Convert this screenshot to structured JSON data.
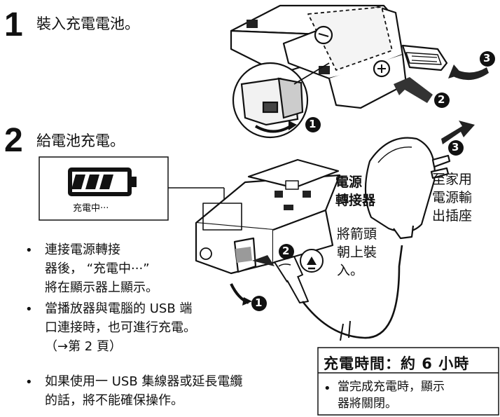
{
  "step1": {
    "number": "1",
    "title": "裝入充電電池。"
  },
  "step2": {
    "number": "2",
    "title": "給電池充電。"
  },
  "display": {
    "text": "充電中···"
  },
  "labels": {
    "adapter_line1": "電源",
    "adapter_line2": "轉接器",
    "outlet_line1": "至家用",
    "outlet_line2": "電源輸",
    "outlet_line3": "出插座",
    "arrow_line1": "將箭頭",
    "arrow_line2": "朝上裝",
    "arrow_line3": "入。"
  },
  "callouts": {
    "c1": "1",
    "c2": "2",
    "c3": "3"
  },
  "bullets": [
    {
      "lines": [
        "連接電源轉接",
        "器後，  “充電中···”",
        "將在顯示器上顯示。"
      ]
    },
    {
      "lines": [
        "當播放器與電腦的 USB 端",
        "口連接時，也可進行充電。",
        "（→第 2 頁）"
      ]
    },
    {
      "lines": [
        "如果使用一 USB 集線器或延長電纜",
        "的話，將不能確保操作。"
      ]
    }
  ],
  "charge_box": {
    "title": "充電時間：約 6 小時",
    "note_lines": [
      "當完成充電時，顯示",
      "器將關閉。"
    ]
  },
  "bullet_char": "•"
}
